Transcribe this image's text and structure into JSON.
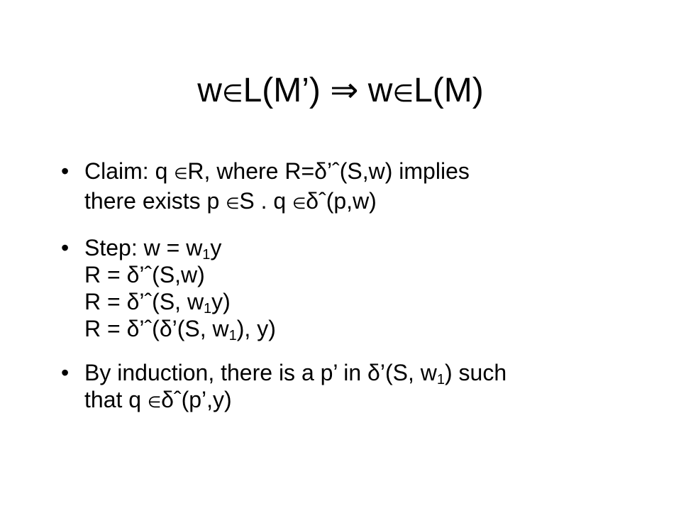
{
  "slide": {
    "title": {
      "w1": "w",
      "mem1": "∈",
      "text1": "L(M’)",
      "implies": "⇒",
      "w2": "w",
      "mem2": "∈",
      "text2": "L(M)"
    },
    "bullet_symbol": "•",
    "bullets": [
      {
        "lines": [
          {
            "a": "Claim:  q ",
            "sym": "∈",
            "b": "R, where R=δ’ˆ(S,w) implies"
          },
          {
            "a": "there exists p ",
            "sym1": "∈",
            "b": "S . q ",
            "sym2": "∈",
            "c": "δˆ(p,w)"
          }
        ]
      },
      {
        "lines": [
          {
            "a": "Step:  w = w",
            "sub": "1",
            "b": "y"
          },
          {
            "a": "R = δ’ˆ(S,w)"
          },
          {
            "a": "R = δ’ˆ(S, w",
            "sub": "1",
            "b": "y)"
          },
          {
            "a": "R = δ’ˆ(δ’(S, w",
            "sub": "1",
            "b": "), y)"
          }
        ]
      },
      {
        "lines": [
          {
            "a": "By induction, there is a p’ in δ’(S, w",
            "sub": "1",
            "b": ") such"
          },
          {
            "a": "that q ",
            "sym": "∈",
            "b": "δˆ(p’,y)"
          }
        ]
      }
    ]
  }
}
